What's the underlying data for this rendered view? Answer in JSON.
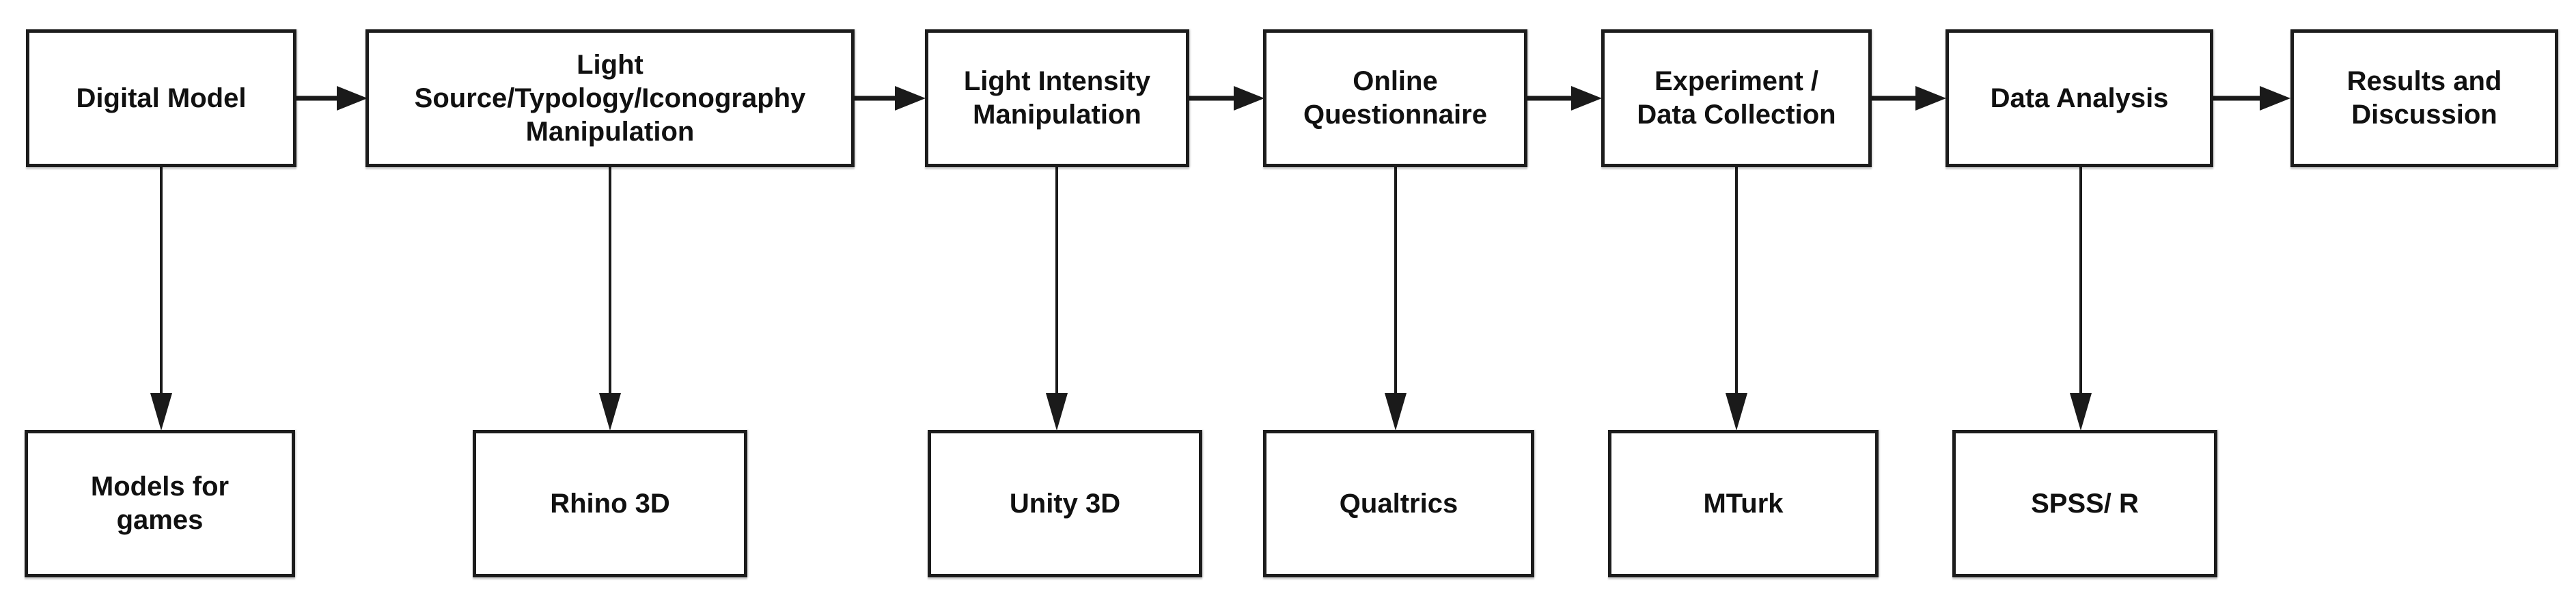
{
  "diagram": {
    "background_color": "#ffffff",
    "box_fill_color": "#ffffff",
    "box_border_color": "#1c1c1c",
    "arrow_color": "#1a1a1a",
    "text_color": "#111111",
    "top_row": [
      {
        "id": "digital-model",
        "lines": [
          "Digital Model"
        ]
      },
      {
        "id": "light-source-manipulation",
        "lines": [
          "Light",
          "Source/Typology/Iconography",
          "Manipulation"
        ]
      },
      {
        "id": "light-intensity",
        "lines": [
          "Light Intensity",
          "Manipulation"
        ]
      },
      {
        "id": "online-questionnaire",
        "lines": [
          "Online",
          "Questionnaire"
        ]
      },
      {
        "id": "experiment-data-collection",
        "lines": [
          "Experiment /",
          "Data Collection"
        ]
      },
      {
        "id": "data-analysis",
        "lines": [
          "Data Analysis"
        ]
      },
      {
        "id": "results-discussion",
        "lines": [
          "Results and",
          "Discussion"
        ]
      }
    ],
    "bottom_row": [
      {
        "id": "models-for-games",
        "lines": [
          "Models for",
          "games"
        ]
      },
      {
        "id": "rhino-3d",
        "lines": [
          "Rhino 3D"
        ]
      },
      {
        "id": "unity-3d",
        "lines": [
          "Unity 3D"
        ]
      },
      {
        "id": "qualtrics",
        "lines": [
          "Qualtrics"
        ]
      },
      {
        "id": "mturk",
        "lines": [
          "MTurk"
        ]
      },
      {
        "id": "spss-r",
        "lines": [
          "SPSS/ R"
        ]
      }
    ]
  }
}
